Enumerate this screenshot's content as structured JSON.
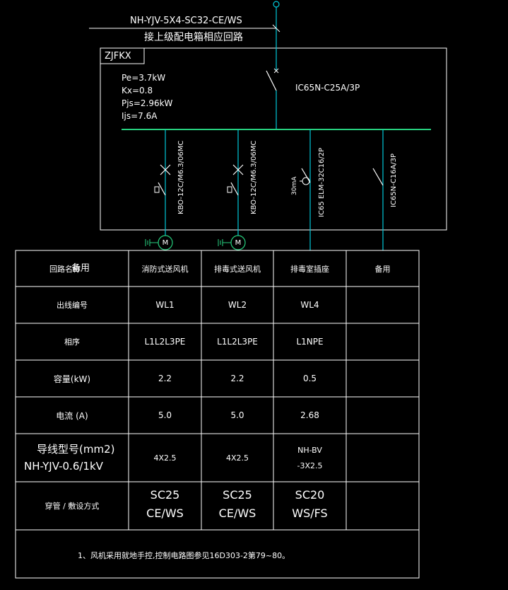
{
  "feeder": {
    "cable": "NH-YJV-5X4-SC32-CE/WS",
    "note": "接上级配电箱相应回路"
  },
  "panel": {
    "name": "ZJFKX",
    "pe": "Pe=3.7kW",
    "kx": "Kx=0.8",
    "pjs": "Pjs=2.96kW",
    "ijs": "Ijs=7.6A",
    "main_breaker": "IC65N-C25A/3P"
  },
  "branches": [
    {
      "device": "KBO-12C/M6.3/06MC"
    },
    {
      "device": "KBO-12C/M6.3/06MC"
    },
    {
      "device": "IC65 ELM-32C16/2P",
      "rcd": "30mA"
    },
    {
      "device": "IC65N-C16A/3P"
    }
  ],
  "motor_symbol": "M",
  "table": {
    "rows": [
      {
        "label": "回路名称",
        "overlay": "备用",
        "values": [
          "消防式送风机",
          "排毒式送风机",
          "排毒室插座",
          "备用"
        ]
      },
      {
        "label": "出线编号",
        "values": [
          "WL1",
          "WL2",
          "WL4",
          ""
        ]
      },
      {
        "label": "相序",
        "values": [
          "L1L2L3PE",
          "L1L2L3PE",
          "L1NPE",
          ""
        ]
      },
      {
        "label": "容量(kW)",
        "values": [
          "2.2",
          "2.2",
          "0.5",
          ""
        ]
      },
      {
        "label": "电流 (A)",
        "values": [
          "5.0",
          "5.0",
          "2.68",
          ""
        ]
      },
      {
        "label": "导线型号(mm2)",
        "label2": "NH-YJV-0.6/1kV",
        "values": [
          "4X2.5",
          "4X2.5",
          "NH-BV",
          ""
        ],
        "values2": [
          "",
          "",
          "-3X2.5",
          ""
        ]
      },
      {
        "label": "穿管 / 敷设方式",
        "values": [
          "SC25",
          "SC25",
          "SC20",
          ""
        ],
        "values2": [
          "CE/WS",
          "CE/WS",
          "WS/FS",
          ""
        ]
      }
    ],
    "footnote": "1、风机采用就地手控,控制电路图参见16D303-2第79~80。"
  },
  "colors": {
    "background": "#000000",
    "lines": "#ffffff",
    "bus": "#27d17f",
    "feed": "#00c8d8"
  }
}
